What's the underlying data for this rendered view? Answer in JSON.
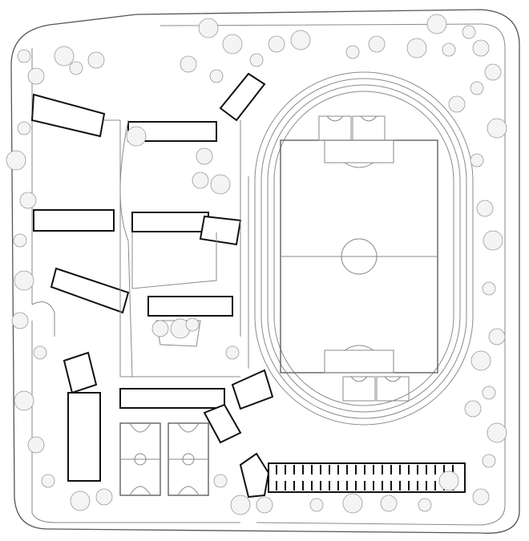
{
  "title": "",
  "colors": {
    "line": "#111111",
    "light_line": "#8a8a8a",
    "tree": "#9a9a9a",
    "background": "#ffffff"
  },
  "elements": [
    "running-track",
    "football-pitch",
    "basketball-courts",
    "classroom-wings",
    "staff-building",
    "site-boundary",
    "trees"
  ]
}
